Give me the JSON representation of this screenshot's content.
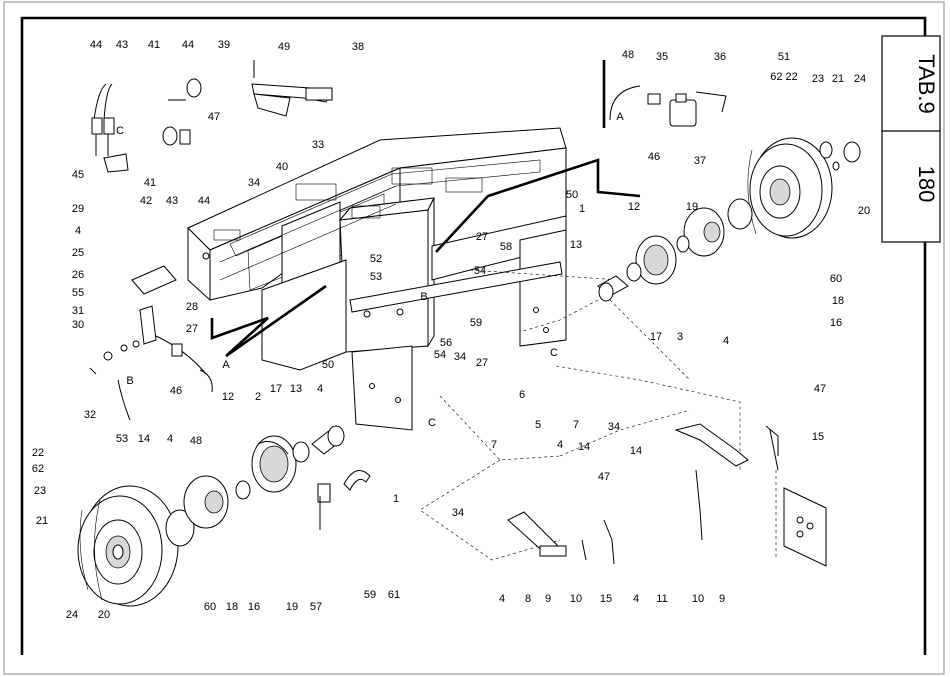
{
  "title_block": {
    "tab": "TAB.9",
    "page": "180"
  },
  "view_letters": [
    "A",
    "A",
    "B",
    "B",
    "C",
    "C",
    "C"
  ],
  "callouts": [
    "44",
    "43",
    "41",
    "44",
    "39",
    "49",
    "38",
    "47",
    "33",
    "40",
    "34",
    "45",
    "42",
    "43",
    "44",
    "41",
    "48",
    "35",
    "36",
    "51",
    "62 22",
    "23",
    "21",
    "24",
    "20",
    "46",
    "37",
    "60",
    "18",
    "16",
    "29",
    "4",
    "25",
    "28",
    "27",
    "26",
    "55",
    "31",
    "30",
    "32",
    "53",
    "14",
    "4",
    "46",
    "48",
    "50",
    "27",
    "52",
    "53",
    "54",
    "58",
    "1",
    "12",
    "13",
    "19",
    "17",
    "3",
    "56",
    "34",
    "59",
    "54",
    "27",
    "6",
    "5",
    "7",
    "50",
    "7",
    "12",
    "2",
    "17",
    "13",
    "4",
    "1",
    "59",
    "61",
    "57",
    "19",
    "22",
    "62",
    "23",
    "21",
    "24",
    "20",
    "60",
    "18",
    "16",
    "4",
    "34",
    "47",
    "15",
    "14",
    "4",
    "14",
    "47",
    "34",
    "4",
    "8",
    "9",
    "10",
    "15",
    "4",
    "11",
    "10",
    "9"
  ]
}
